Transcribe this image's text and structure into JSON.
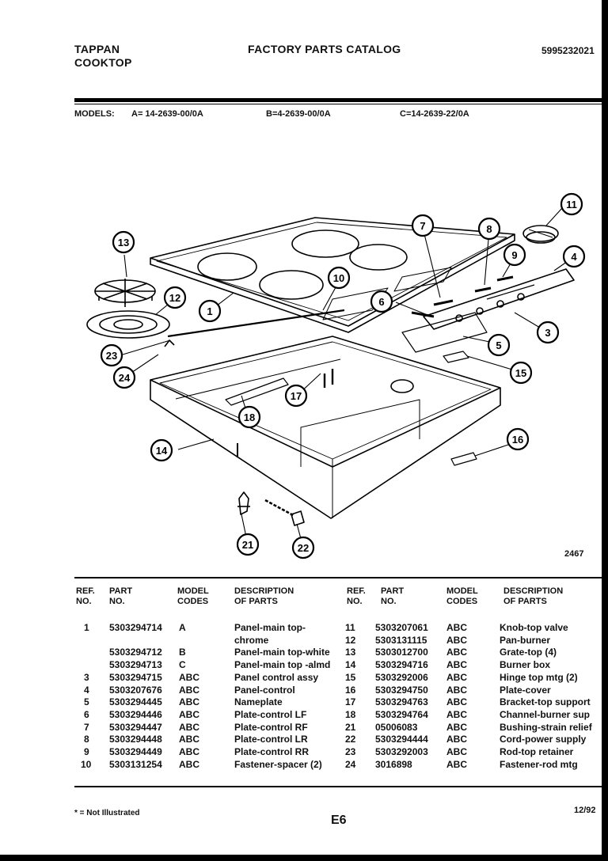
{
  "header": {
    "brand_line1": "TAPPAN",
    "brand_line2": "COOKTOP",
    "title": "FACTORY PARTS CATALOG",
    "catalog_number": "5995232021"
  },
  "models": {
    "label": "MODELS:",
    "a": "A= 14-2639-00/0A",
    "b": "B=4-2639-00/0A",
    "c": "C=14-2639-22/0A"
  },
  "diagram": {
    "number": "2467",
    "callouts": [
      "1",
      "3",
      "4",
      "5",
      "6",
      "7",
      "8",
      "9",
      "10",
      "11",
      "12",
      "13",
      "14",
      "15",
      "16",
      "17",
      "18",
      "21",
      "22",
      "23",
      "24"
    ]
  },
  "table": {
    "headers": {
      "ref": [
        "REF.",
        "NO."
      ],
      "part": [
        "PART",
        "NO."
      ],
      "model": [
        "MODEL",
        "CODES"
      ],
      "desc": [
        "DESCRIPTION",
        "OF PARTS"
      ]
    },
    "left_rows": [
      {
        "ref": "1",
        "part": "5303294714",
        "model": "A",
        "desc": "Panel-main top-"
      },
      {
        "ref": "",
        "part": "",
        "model": "",
        "desc": "chrome"
      },
      {
        "ref": "",
        "part": "5303294712",
        "model": "B",
        "desc": "Panel-main top-white"
      },
      {
        "ref": "",
        "part": "5303294713",
        "model": "C",
        "desc": "Panel-main top -almd"
      },
      {
        "ref": "3",
        "part": "5303294715",
        "model": "ABC",
        "desc": "Panel control assy"
      },
      {
        "ref": "4",
        "part": "5303207676",
        "model": "ABC",
        "desc": "Panel-control"
      },
      {
        "ref": "5",
        "part": "5303294445",
        "model": "ABC",
        "desc": "Nameplate"
      },
      {
        "ref": "6",
        "part": "5303294446",
        "model": "ABC",
        "desc": "Plate-control LF"
      },
      {
        "ref": "7",
        "part": "5303294447",
        "model": "ABC",
        "desc": "Plate-control RF"
      },
      {
        "ref": "8",
        "part": "5303294448",
        "model": "ABC",
        "desc": "Plate-control LR"
      },
      {
        "ref": "9",
        "part": "5303294449",
        "model": "ABC",
        "desc": "Plate-control RR"
      },
      {
        "ref": "10",
        "part": "5303131254",
        "model": "ABC",
        "desc": "Fastener-spacer (2)"
      }
    ],
    "right_rows": [
      {
        "ref": "11",
        "part": "5303207061",
        "model": "ABC",
        "desc": "Knob-top valve"
      },
      {
        "ref": "12",
        "part": "5303131115",
        "model": "ABC",
        "desc": "Pan-burner"
      },
      {
        "ref": "13",
        "part": "5303012700",
        "model": "ABC",
        "desc": "Grate-top (4)"
      },
      {
        "ref": "14",
        "part": "5303294716",
        "model": "ABC",
        "desc": "Burner box"
      },
      {
        "ref": "15",
        "part": "5303292006",
        "model": "ABC",
        "desc": "Hinge top mtg (2)"
      },
      {
        "ref": "16",
        "part": "5303294750",
        "model": "ABC",
        "desc": "Plate-cover"
      },
      {
        "ref": "17",
        "part": "5303294763",
        "model": "ABC",
        "desc": "Bracket-top support"
      },
      {
        "ref": "18",
        "part": "5303294764",
        "model": "ABC",
        "desc": "Channel-burner sup"
      },
      {
        "ref": "21",
        "part": "05006083",
        "model": "ABC",
        "desc": "Bushing-strain relief"
      },
      {
        "ref": "22",
        "part": "5303294444",
        "model": "ABC",
        "desc": "Cord-power supply"
      },
      {
        "ref": "23",
        "part": "5303292003",
        "model": "ABC",
        "desc": "Rod-top retainer"
      },
      {
        "ref": "24",
        "part": "3016898",
        "model": "ABC",
        "desc": "Fastener-rod mtg"
      }
    ]
  },
  "footer": {
    "footnote": "* = Not Illustrated",
    "page": "E6",
    "date": "12/92"
  }
}
